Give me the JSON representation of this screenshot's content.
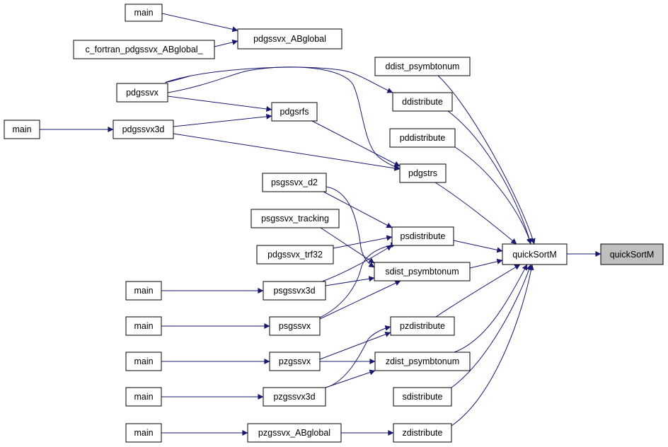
{
  "graph": {
    "title": "",
    "edge_color": "#191970",
    "target_fill": "#bfbfbf",
    "nodes": {
      "n_main_a": "main",
      "n_c_fortran": "c_fortran_pdgssvx_ABglobal_",
      "n_pdgssvx_ABglobal": "pdgssvx_ABglobal",
      "n_pdgssvx": "pdgssvx",
      "n_main_b": "main",
      "n_pdgssvx3d": "pdgssvx3d",
      "n_pdgsrfs": "pdgsrfs",
      "n_ddist_psymbtonum": "ddist_psymbtonum",
      "n_ddistribute": "ddistribute",
      "n_pddistribute": "pddistribute",
      "n_pdgstrs": "pdgstrs",
      "n_psgssvx_d2": "psgssvx_d2",
      "n_psgssvx_tracking": "psgssvx_tracking",
      "n_pdgssvx_trf32": "pdgssvx_trf32",
      "n_psdistribute": "psdistribute",
      "n_sdist_psymbtonum": "sdist_psymbtonum",
      "n_main_c": "main",
      "n_psgssvx3d": "psgssvx3d",
      "n_main_d": "main",
      "n_psgssvx": "psgssvx",
      "n_pzdistribute": "pzdistribute",
      "n_main_e": "main",
      "n_pzgssvx": "pzgssvx",
      "n_zdist_psymbtonum": "zdist_psymbtonum",
      "n_main_f": "main",
      "n_pzgssvx3d": "pzgssvx3d",
      "n_sdistribute": "sdistribute",
      "n_main_g": "main",
      "n_pzgssvx_ABglobal": "pzgssvx_ABglobal",
      "n_zdistribute": "zdistribute",
      "n_quickSortM_caller": "quickSortM",
      "n_quickSortM_target": "quickSortM"
    },
    "edges": [
      [
        "n_main_a",
        "n_pdgssvx_ABglobal"
      ],
      [
        "n_c_fortran",
        "n_pdgssvx_ABglobal"
      ],
      [
        "n_pdgssvx_ABglobal",
        "n_ddistribute"
      ],
      [
        "n_pdgssvx",
        "n_pdgsrfs"
      ],
      [
        "n_pdgssvx",
        "n_pdgstrs"
      ],
      [
        "n_main_b",
        "n_pdgssvx3d"
      ],
      [
        "n_pdgssvx3d",
        "n_pdgsrfs"
      ],
      [
        "n_pdgssvx3d",
        "n_pdgstrs"
      ],
      [
        "n_pdgsrfs",
        "n_pdgstrs"
      ],
      [
        "n_ddist_psymbtonum",
        "n_quickSortM_caller"
      ],
      [
        "n_ddistribute",
        "n_quickSortM_caller"
      ],
      [
        "n_pddistribute",
        "n_quickSortM_caller"
      ],
      [
        "n_pdgstrs",
        "n_quickSortM_caller"
      ],
      [
        "n_psgssvx_d2",
        "n_psdistribute"
      ],
      [
        "n_psgssvx_d2",
        "n_sdist_psymbtonum"
      ],
      [
        "n_psgssvx_tracking",
        "n_psdistribute"
      ],
      [
        "n_psgssvx_tracking",
        "n_sdist_psymbtonum"
      ],
      [
        "n_pdgssvx_trf32",
        "n_psdistribute"
      ],
      [
        "n_psdistribute",
        "n_quickSortM_caller"
      ],
      [
        "n_sdist_psymbtonum",
        "n_quickSortM_caller"
      ],
      [
        "n_main_c",
        "n_psgssvx3d"
      ],
      [
        "n_psgssvx3d",
        "n_psdistribute"
      ],
      [
        "n_psgssvx3d",
        "n_sdist_psymbtonum"
      ],
      [
        "n_main_d",
        "n_psgssvx"
      ],
      [
        "n_psgssvx",
        "n_psdistribute"
      ],
      [
        "n_psgssvx",
        "n_sdist_psymbtonum"
      ],
      [
        "n_pzdistribute",
        "n_quickSortM_caller"
      ],
      [
        "n_main_e",
        "n_pzgssvx"
      ],
      [
        "n_pzgssvx",
        "n_pzdistribute"
      ],
      [
        "n_pzgssvx",
        "n_zdist_psymbtonum"
      ],
      [
        "n_zdist_psymbtonum",
        "n_quickSortM_caller"
      ],
      [
        "n_main_f",
        "n_pzgssvx3d"
      ],
      [
        "n_pzgssvx3d",
        "n_pzdistribute"
      ],
      [
        "n_pzgssvx3d",
        "n_zdist_psymbtonum"
      ],
      [
        "n_sdistribute",
        "n_quickSortM_caller"
      ],
      [
        "n_main_g",
        "n_pzgssvx_ABglobal"
      ],
      [
        "n_pzgssvx_ABglobal",
        "n_zdistribute"
      ],
      [
        "n_zdistribute",
        "n_quickSortM_caller"
      ],
      [
        "n_quickSortM_caller",
        "n_quickSortM_target"
      ]
    ]
  }
}
